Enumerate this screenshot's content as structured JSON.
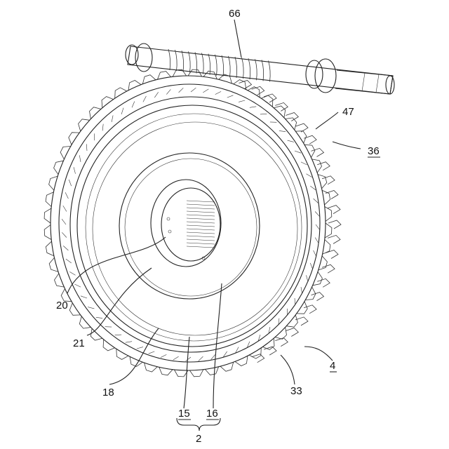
{
  "figure": {
    "labels": [
      {
        "id": "ref-66",
        "text": "66",
        "underline": false
      },
      {
        "id": "ref-47",
        "text": "47",
        "underline": false
      },
      {
        "id": "ref-36",
        "text": "36",
        "underline": true
      },
      {
        "id": "ref-20",
        "text": "20",
        "underline": false
      },
      {
        "id": "ref-21",
        "text": "21",
        "underline": false
      },
      {
        "id": "ref-18",
        "text": "18",
        "underline": false
      },
      {
        "id": "ref-4",
        "text": "4",
        "underline": true
      },
      {
        "id": "ref-33",
        "text": "33",
        "underline": false
      },
      {
        "id": "ref-15",
        "text": "15",
        "underline": true
      },
      {
        "id": "ref-16",
        "text": "16",
        "underline": true
      },
      {
        "id": "ref-2",
        "text": "2",
        "underline": false
      }
    ]
  }
}
